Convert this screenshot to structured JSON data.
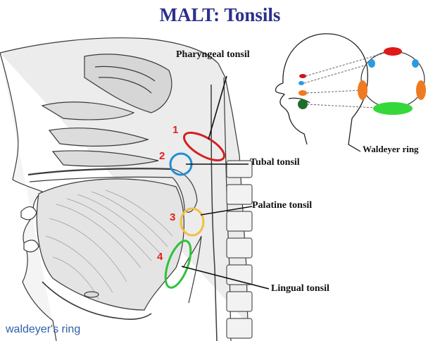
{
  "title": "MALT: Tonsils",
  "labels": {
    "pharyngeal": "Pharyngeal tonsil",
    "tubal": "Tubal tonsil",
    "palatine": "Palatine tonsil",
    "lingual": "Lingual tonsil"
  },
  "numbers": {
    "n1": "1",
    "n2": "2",
    "n3": "3",
    "n4": "4"
  },
  "inset": {
    "ring_label": "Waldeyer ring"
  },
  "footer": "waldeyer's ring",
  "colors": {
    "title": "#2b2f8a",
    "pharyngeal": "#d42020",
    "tubal": "#1e8fd6",
    "palatine": "#f0c040",
    "lingual": "#2ec23a",
    "ring_pharyngeal": "#e01818",
    "ring_tubal": "#2b9be0",
    "ring_palatine": "#f07a22",
    "ring_lingual": "#35d83a"
  }
}
